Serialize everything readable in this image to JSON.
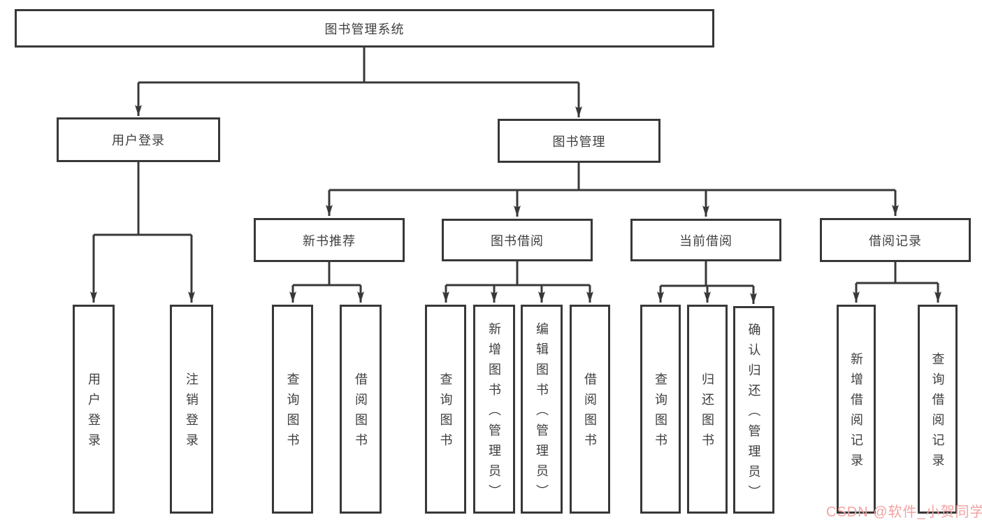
{
  "tree": {
    "label": "图书管理系统",
    "children": [
      {
        "label": "用户登录",
        "children": [
          {
            "label": "用户登录"
          },
          {
            "label": "注销登录"
          }
        ]
      },
      {
        "label": "图书管理",
        "children": [
          {
            "label": "新书推荐",
            "children": [
              {
                "label": "查询图书"
              },
              {
                "label": "借阅图书"
              }
            ]
          },
          {
            "label": "图书借阅",
            "children": [
              {
                "label": "查询图书"
              },
              {
                "label": "新增图书（管理员）"
              },
              {
                "label": "编辑图书（管理员）"
              },
              {
                "label": "借阅图书"
              }
            ]
          },
          {
            "label": "当前借阅",
            "children": [
              {
                "label": "查询图书"
              },
              {
                "label": "归还图书"
              },
              {
                "label": "确认归还（管理员）"
              }
            ]
          },
          {
            "label": "借阅记录",
            "children": [
              {
                "label": "新增借阅记录"
              },
              {
                "label": "查询借阅记录"
              }
            ]
          }
        ]
      }
    ]
  },
  "watermark": {
    "text": "CSDN @软件_小贺同学"
  },
  "colors": {
    "line": "#383838",
    "box_border": "#383838",
    "text": "#3f3f3f",
    "watermark": "#f2a2a2",
    "background": "#ffffff"
  }
}
